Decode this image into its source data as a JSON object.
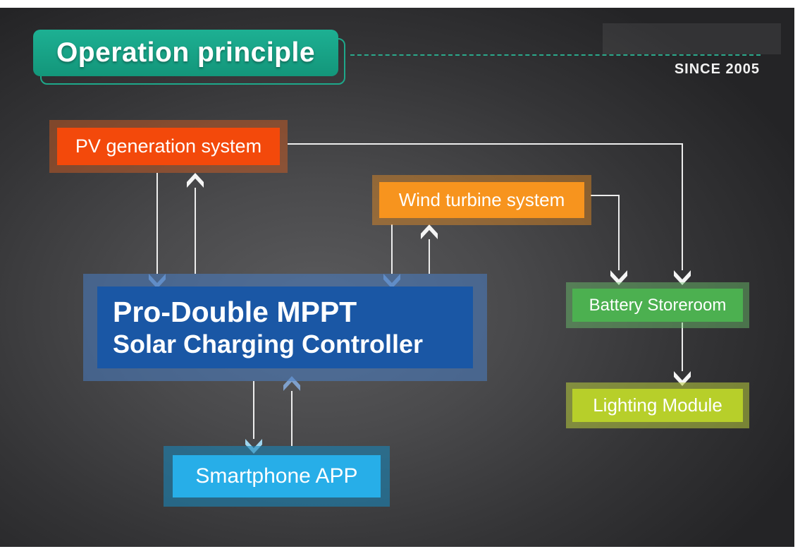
{
  "slide": {
    "title": "Operation principle",
    "since_label": "SINCE 2005"
  },
  "diagram": {
    "nodes": [
      {
        "id": "pv",
        "label": "PV generation system",
        "color": "#f3490b"
      },
      {
        "id": "wind",
        "label": "Wind turbine system",
        "color": "#f7941e"
      },
      {
        "id": "controller",
        "label_line1": "Pro-Double MPPT",
        "label_line2": "Solar Charging Controller",
        "color": "#1a57a5"
      },
      {
        "id": "battery",
        "label": "Battery Storeroom",
        "color": "#4cb050"
      },
      {
        "id": "lighting",
        "label": "Lighting Module",
        "color": "#b7cf2a"
      },
      {
        "id": "app",
        "label": "Smartphone APP",
        "color": "#27aee8"
      }
    ],
    "edges": [
      {
        "from": "pv",
        "to": "controller",
        "bidirectional": true
      },
      {
        "from": "wind",
        "to": "controller",
        "bidirectional": true
      },
      {
        "from": "controller",
        "to": "app",
        "bidirectional": true
      },
      {
        "from": "pv",
        "to": "battery",
        "bidirectional": false
      },
      {
        "from": "wind",
        "to": "battery",
        "bidirectional": false
      },
      {
        "from": "battery",
        "to": "lighting",
        "bidirectional": false
      }
    ]
  },
  "colors": {
    "slide_background": "#3c3c3e",
    "page_margin": "#ffffff",
    "title_fill": "#18a287",
    "dashed_line": "#2aa98b",
    "connector_line": "#ededed",
    "arrowhead_white": "#f5f5f5",
    "arrowhead_steel_blue": "#7fa0cb",
    "arrowhead_light_blue": "#9fd5ee",
    "text": "#ffffff"
  }
}
